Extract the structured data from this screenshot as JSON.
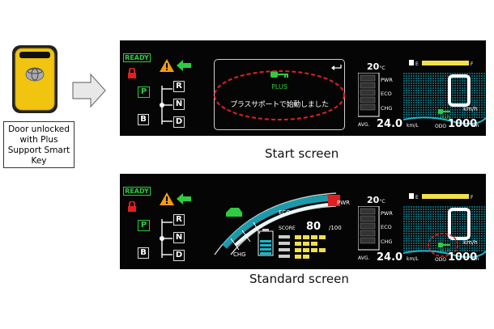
{
  "fob_caption": "Door unlocked with Plus Support Smart Key",
  "captions": {
    "start": "Start screen",
    "standard": "Standard screen"
  },
  "cluster": {
    "ready": "READY",
    "gears": {
      "park": "P",
      "brake": "B",
      "reverse": "R",
      "neutral": "N",
      "drive": "D"
    },
    "temperature": "20",
    "temperature_unit": "°C",
    "gauge_labels": {
      "pwr": "PWR",
      "eco": "ECO",
      "chg": "CHG"
    },
    "avg_label": "AVG.",
    "avg_value": "24.0",
    "avg_unit": "km/L",
    "speed": "0",
    "speed_unit": "km/h",
    "odo_label": "ODO",
    "odo_value": "1000",
    "odo_unit": "km",
    "plus_label": "PLUS"
  },
  "start_screen": {
    "plus_label": "PLUS",
    "message": "プラスサポートで始動しました"
  },
  "standard_screen": {
    "eco_label": "ECO",
    "pwr_label": "PWR",
    "chg_label": "CHG",
    "score_label": "SCORE",
    "score_value": "80",
    "score_max": "/100"
  },
  "colors": {
    "ready_green": "#2ecc40",
    "warning_orange": "#f39c12",
    "alert_red": "#e02020",
    "fob_yellow": "#f1c40f",
    "gauge_blue": "#1fb6c9"
  },
  "icons": [
    "smart-key-icon",
    "lock-icon",
    "warning-icon",
    "arrow-icon",
    "fuel-icon",
    "battery-icon",
    "return-icon"
  ]
}
